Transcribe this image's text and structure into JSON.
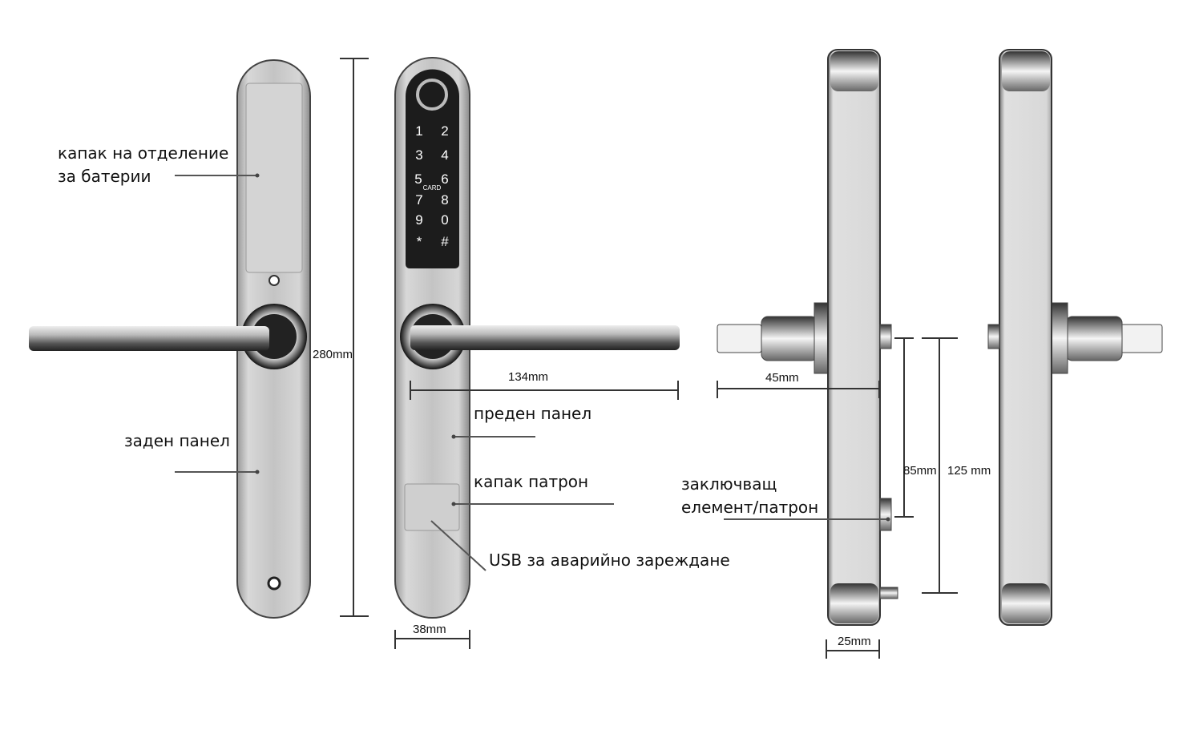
{
  "labels": {
    "battery_cover": [
      "капак на отделение",
      "за батерии"
    ],
    "back_panel": "заден панел",
    "front_panel": "преден панел",
    "cartridge_cover": "капак патрон",
    "usb": "USB за аварийно зареждане",
    "locking_element": [
      "заключващ",
      "елемент/патрон"
    ]
  },
  "dimensions": {
    "height": "280mm",
    "handle_length": "134mm",
    "width": "38mm",
    "handle_projection": "45mm",
    "spindle_to_cylinder": "85mm",
    "screw_spacing": "125 mm",
    "thickness": "25mm"
  },
  "keypad": {
    "keys": [
      "1",
      "2",
      "3",
      "4",
      "5",
      "6",
      "7",
      "8",
      "9",
      "0",
      "*",
      "#"
    ],
    "card_label": "CARD"
  }
}
